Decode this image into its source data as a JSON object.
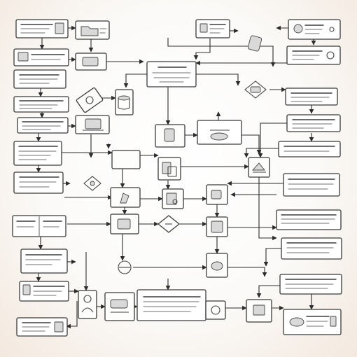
{
  "diagram": {
    "type": "process-flowchart",
    "text_legible": false,
    "colors": {
      "page_background": "#f4ebe2",
      "box_fill": "#ffffff",
      "stroke": "#2c2c2c",
      "scribble": "#6f6f6f"
    },
    "node_kinds": [
      "text-box",
      "icon-box",
      "decision-diamond"
    ],
    "icon_names": [
      "document-icon",
      "folder-icon",
      "gear-icon",
      "user-icon",
      "database-icon",
      "printer-icon",
      "mail-icon",
      "chart-icon",
      "warning-icon",
      "puzzle-icon",
      "clipboard-icon",
      "stamp-icon"
    ],
    "nodes": [
      {
        "id": "n1",
        "kind": "text-box",
        "lines": 3
      },
      {
        "id": "n2",
        "kind": "text-box",
        "lines": 2
      },
      {
        "id": "n3",
        "kind": "text-box",
        "lines": 2
      },
      {
        "id": "n4",
        "kind": "text-box",
        "lines": 3
      },
      {
        "id": "n5",
        "kind": "icon-box",
        "icon": "folder-icon"
      },
      {
        "id": "n6",
        "kind": "text-box",
        "lines": 2
      },
      {
        "id": "n7",
        "kind": "text-box",
        "lines": 3
      },
      {
        "id": "n8",
        "kind": "icon-box",
        "icon": "printer-icon"
      },
      {
        "id": "n9",
        "kind": "text-box",
        "lines": 3
      },
      {
        "id": "n10",
        "kind": "text-box",
        "lines": 2
      },
      {
        "id": "n11",
        "kind": "text-box",
        "lines": 3
      },
      {
        "id": "n12",
        "kind": "icon-box",
        "icon": "gear-icon"
      },
      {
        "id": "n13",
        "kind": "icon-box",
        "icon": "database-icon"
      },
      {
        "id": "n14",
        "kind": "text-box",
        "lines": 3
      },
      {
        "id": "n15",
        "kind": "text-box",
        "lines": 3
      },
      {
        "id": "n16",
        "kind": "icon-box",
        "icon": "document-icon"
      },
      {
        "id": "n17",
        "kind": "icon-box",
        "icon": "mail-icon"
      },
      {
        "id": "n18",
        "kind": "text-box",
        "lines": 2
      },
      {
        "id": "n19",
        "kind": "text-box",
        "lines": 2
      },
      {
        "id": "n20",
        "kind": "icon-box",
        "icon": "clipboard-icon"
      },
      {
        "id": "n21",
        "kind": "icon-box",
        "icon": "user-icon"
      },
      {
        "id": "n22",
        "kind": "text-box",
        "lines": 3
      },
      {
        "id": "n23",
        "kind": "icon-box",
        "icon": "chart-icon"
      },
      {
        "id": "n24",
        "kind": "decision-diamond"
      },
      {
        "id": "n25",
        "kind": "icon-box",
        "icon": "puzzle-icon"
      },
      {
        "id": "n26",
        "kind": "text-box",
        "lines": 3
      },
      {
        "id": "n27",
        "kind": "icon-box",
        "icon": "warning-icon"
      },
      {
        "id": "n28",
        "kind": "text-box",
        "lines": 3
      },
      {
        "id": "n29",
        "kind": "icon-box",
        "icon": "stamp-icon"
      },
      {
        "id": "n30",
        "kind": "text-box",
        "lines": 4
      },
      {
        "id": "n31",
        "kind": "icon-box",
        "icon": "document-icon"
      },
      {
        "id": "n32",
        "kind": "text-box",
        "lines": 3
      },
      {
        "id": "n33",
        "kind": "icon-box",
        "icon": "mail-icon"
      },
      {
        "id": "n34",
        "kind": "text-box",
        "lines": 3
      }
    ]
  }
}
